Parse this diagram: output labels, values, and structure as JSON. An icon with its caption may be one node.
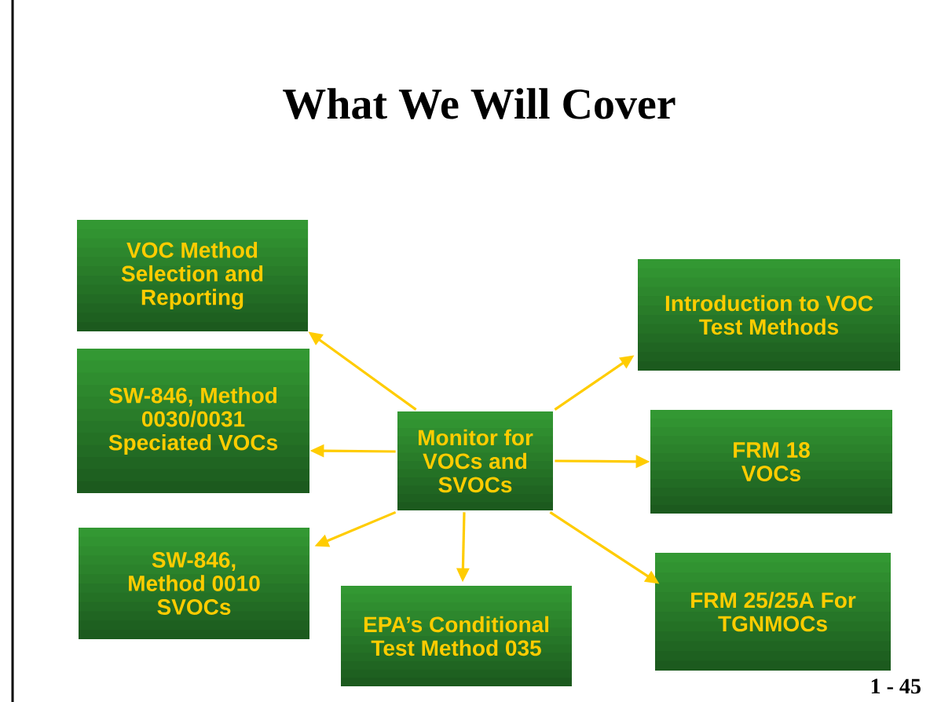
{
  "diagram": {
    "title": "What We Will Cover",
    "nodes": [
      {
        "text": [
          "VOC Method Selection and Reporting"
        ]
      },
      {
        "text": [
          "Introduction to VOC Test Methods"
        ]
      },
      {
        "text": [
          "SW-846, Method 0030/0031 Speciated VOCs"
        ]
      },
      {
        "text": [
          "Monitor for VOCs and SVOCs"
        ]
      },
      {
        "text": [
          "FRM 18 VOCs"
        ]
      },
      {
        "text": [
          "SW-846, Method 0010 SVOCs"
        ]
      },
      {
        "text": [
          "EPA’s Conditional Test Method 035"
        ]
      },
      {
        "text": [
          "FRM 25/25A For TGNMOCs"
        ]
      }
    ],
    "edges": [
      {
        "from": 3,
        "to": 0,
        "arrow": "to"
      },
      {
        "from": 3,
        "to": 1,
        "arrow": "to"
      },
      {
        "from": 3,
        "to": 2,
        "arrow": "to"
      },
      {
        "from": 3,
        "to": 4,
        "arrow": "to"
      },
      {
        "from": 3,
        "to": 5,
        "arrow": "to"
      },
      {
        "from": 3,
        "to": 6,
        "arrow": "to"
      },
      {
        "from": 3,
        "to": 7,
        "arrow": "to"
      }
    ],
    "labels": [
      "1 - 45"
    ]
  }
}
